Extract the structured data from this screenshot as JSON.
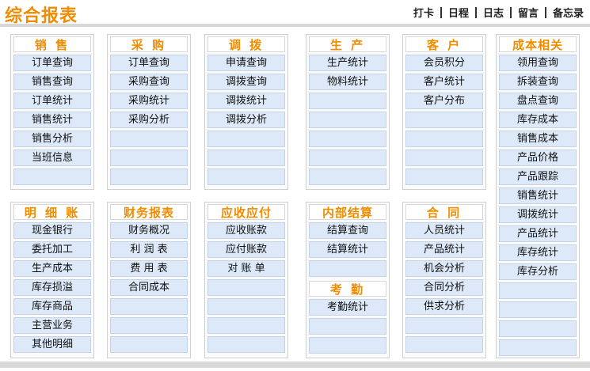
{
  "header": {
    "title": "综合报表",
    "nav": [
      "打卡",
      "日程",
      "日志",
      "留言",
      "备忘录"
    ]
  },
  "panels": {
    "sales": {
      "title": "销 售",
      "items": [
        "订单查询",
        "销售查询",
        "订单统计",
        "销售统计",
        "销售分析",
        "当班信息"
      ]
    },
    "purchase": {
      "title": "采 购",
      "items": [
        "订单查询",
        "采购查询",
        "采购统计",
        "采购分析"
      ]
    },
    "transfer": {
      "title": "调 拨",
      "items": [
        "申请查询",
        "调拨查询",
        "调拨统计",
        "调拨分析"
      ]
    },
    "production": {
      "title": "生 产",
      "items": [
        "生产统计",
        "物料统计"
      ]
    },
    "customer": {
      "title": "客 户",
      "items": [
        "会员积分",
        "客户统计",
        "客户分布"
      ]
    },
    "cost": {
      "title": "成本相关",
      "items": [
        "领用查询",
        "拆装查询",
        "盘点查询",
        "库存成本",
        "销售成本",
        "产品价格",
        "产品跟踪",
        "销售统计",
        "调拨统计",
        "产品统计",
        "库存统计",
        "库存分析"
      ]
    },
    "ledger": {
      "title": "明 细 账",
      "items": [
        "现金银行",
        "委托加工",
        "生产成本",
        "库存损溢",
        "库存商品",
        "主营业务",
        "其他明细"
      ]
    },
    "finance": {
      "title": "财务报表",
      "items": [
        "财务概况",
        "利 润 表",
        "费 用 表",
        "合同成本"
      ]
    },
    "arap": {
      "title": "应收应付",
      "items": [
        "应收账款",
        "应付账款",
        "对 账 单"
      ]
    },
    "internal": {
      "title": "内部结算",
      "items": [
        "结算查询",
        "结算统计"
      ],
      "title2": "考 勤",
      "items2": [
        "考勤统计"
      ]
    },
    "contract": {
      "title": "合 同",
      "items": [
        "人员统计",
        "产品统计",
        "机会分析",
        "合同分析",
        "供求分析"
      ]
    }
  }
}
